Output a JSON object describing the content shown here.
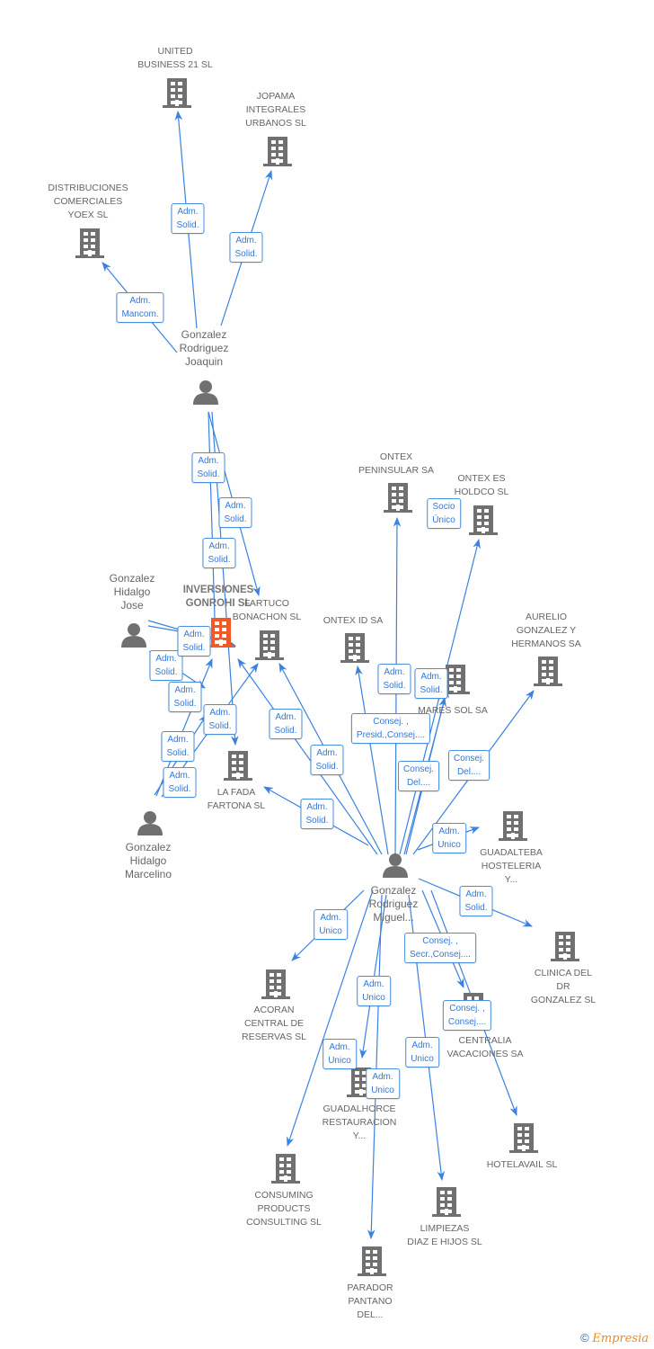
{
  "colors": {
    "edge": "#3b82e0",
    "company": "#707070",
    "focus_company": "#f05a28",
    "person": "#707070"
  },
  "nodes": [
    {
      "id": "united",
      "type": "company",
      "label": [
        "UNITED",
        "BUSINESS 21  SL"
      ]
    },
    {
      "id": "jopama",
      "type": "company",
      "label": [
        "JOPAMA",
        "INTEGRALES",
        "URBANOS SL"
      ]
    },
    {
      "id": "distrib",
      "type": "company",
      "label": [
        "DISTRIBUCIONES",
        "COMERCIALES",
        "YOEX SL"
      ]
    },
    {
      "id": "inversiones",
      "type": "company",
      "focus": true,
      "label": [
        "INVERSIONES",
        "GONROHI SL"
      ]
    },
    {
      "id": "fartuco",
      "type": "company",
      "label": [
        "FARTUCO",
        "BONACHON SL"
      ]
    },
    {
      "id": "ontex_id",
      "type": "company",
      "label": [
        "ONTEX ID SA"
      ]
    },
    {
      "id": "ontex_pen",
      "type": "company",
      "label": [
        "ONTEX",
        "PENINSULAR SA"
      ]
    },
    {
      "id": "ontex_es",
      "type": "company",
      "label": [
        "ONTEX ES",
        "HOLDCO SL"
      ]
    },
    {
      "id": "mares",
      "type": "company",
      "label": [
        "MARES SOL SA"
      ]
    },
    {
      "id": "aurelio",
      "type": "company",
      "label": [
        "AURELIO",
        "GONZALEZ Y",
        "HERMANOS SA"
      ]
    },
    {
      "id": "la_fada",
      "type": "company",
      "label": [
        "LA FADA",
        "FARTONA SL"
      ]
    },
    {
      "id": "guadalteba",
      "type": "company",
      "label": [
        "GUADALTEBA",
        "HOSTELERIA",
        "Y..."
      ]
    },
    {
      "id": "clinica",
      "type": "company",
      "label": [
        "CLINICA DEL",
        "DR",
        "GONZALEZ SL"
      ]
    },
    {
      "id": "acoran",
      "type": "company",
      "label": [
        "ACORAN",
        "CENTRAL DE",
        "RESERVAS SL"
      ]
    },
    {
      "id": "centralia",
      "type": "company",
      "label": [
        "CENTRALIA",
        "VACACIONES SA"
      ]
    },
    {
      "id": "guadalhorce",
      "type": "company",
      "label": [
        "GUADALHORCE",
        "RESTAURACION",
        "Y..."
      ]
    },
    {
      "id": "hotelavail",
      "type": "company",
      "label": [
        "HOTELAVAIL SL"
      ]
    },
    {
      "id": "consuming",
      "type": "company",
      "label": [
        "CONSUMING",
        "PRODUCTS",
        "CONSULTING  SL"
      ]
    },
    {
      "id": "limpiezas",
      "type": "company",
      "label": [
        "LIMPIEZAS",
        "DIAZ E HIJOS SL"
      ]
    },
    {
      "id": "parador",
      "type": "company",
      "label": [
        "PARADOR",
        "PANTANO",
        "DEL..."
      ]
    },
    {
      "id": "joaquin",
      "type": "person",
      "label": [
        "Gonzalez",
        "Rodriguez",
        "Joaquin"
      ]
    },
    {
      "id": "jose",
      "type": "person",
      "label": [
        "Gonzalez",
        "Hidalgo",
        "Jose"
      ]
    },
    {
      "id": "marcelino",
      "type": "person",
      "label": [
        "Gonzalez",
        "Hidalgo",
        "Marcelino"
      ]
    },
    {
      "id": "miguel",
      "type": "person",
      "label": [
        "Gonzalez",
        "Rodriguez",
        "Miguel..."
      ]
    }
  ],
  "edges": [
    {
      "from": "joaquin",
      "to": "united",
      "label": [
        "Adm.",
        "Solid."
      ]
    },
    {
      "from": "joaquin",
      "to": "jopama",
      "label": [
        "Adm.",
        "Solid."
      ]
    },
    {
      "from": "joaquin",
      "to": "distrib",
      "label": [
        "Adm.",
        "Mancom."
      ]
    },
    {
      "from": "joaquin",
      "to": "inversiones",
      "label": [
        "Adm.",
        "Solid."
      ]
    },
    {
      "from": "joaquin",
      "to": "fartuco",
      "label": [
        "Adm.",
        "Solid."
      ]
    },
    {
      "from": "joaquin",
      "to": "la_fada",
      "label": [
        "Adm.",
        "Solid."
      ]
    },
    {
      "from": "jose",
      "to": "inversiones",
      "label": [
        "Adm.",
        "Solid."
      ]
    },
    {
      "from": "jose",
      "to": "inversiones",
      "label": [
        "Adm.",
        "Solid."
      ]
    },
    {
      "from": "jose",
      "to": "la_fada",
      "label": [
        "Adm.",
        "Solid."
      ]
    },
    {
      "from": "marcelino",
      "to": "inversiones",
      "label": [
        "Adm.",
        "Solid."
      ]
    },
    {
      "from": "marcelino",
      "to": "fartuco",
      "label": [
        "Adm.",
        "Solid."
      ]
    },
    {
      "from": "marcelino",
      "to": "inversiones",
      "label": [
        "Adm.",
        "Solid."
      ]
    },
    {
      "from": "miguel",
      "to": "inversiones",
      "label": [
        "Adm.",
        "Solid."
      ]
    },
    {
      "from": "miguel",
      "to": "fartuco",
      "label": [
        "Adm.",
        "Solid."
      ]
    },
    {
      "from": "miguel",
      "to": "ontex_id",
      "label": [
        "Consej. ,",
        "Presid.,Consej...."
      ]
    },
    {
      "from": "miguel",
      "to": "ontex_pen",
      "label": [
        "Adm.",
        "Solid."
      ]
    },
    {
      "from": "miguel",
      "to": "ontex_es",
      "label": [
        "Socio",
        "Único"
      ]
    },
    {
      "from": "miguel",
      "to": "mares",
      "label": [
        "Adm.",
        "Solid."
      ]
    },
    {
      "from": "miguel",
      "to": "mares",
      "label": [
        "Consej.",
        "Del...."
      ]
    },
    {
      "from": "miguel",
      "to": "aurelio",
      "label": [
        "Consej.",
        "Del...."
      ]
    },
    {
      "from": "miguel",
      "to": "la_fada",
      "label": [
        "Adm.",
        "Solid."
      ]
    },
    {
      "from": "miguel",
      "to": "guadalteba",
      "label": [
        "Adm.",
        "Unico"
      ]
    },
    {
      "from": "miguel",
      "to": "clinica",
      "label": [
        "Adm.",
        "Solid."
      ]
    },
    {
      "from": "miguel",
      "to": "acoran",
      "label": [
        "Adm.",
        "Unico"
      ]
    },
    {
      "from": "miguel",
      "to": "centralia",
      "label": [
        "Consej. ,",
        "Secr.,Consej...."
      ]
    },
    {
      "from": "miguel",
      "to": "hotelavail",
      "label": [
        "Consej. ,",
        "Consej...."
      ]
    },
    {
      "from": "miguel",
      "to": "guadalhorce",
      "label": [
        "Adm.",
        "Unico"
      ]
    },
    {
      "from": "miguel",
      "to": "consuming",
      "label": [
        "Adm.",
        "Unico"
      ]
    },
    {
      "from": "miguel",
      "to": "parador",
      "label": [
        "Adm.",
        "Unico"
      ]
    },
    {
      "from": "miguel",
      "to": "limpiezas",
      "label": [
        "Adm.",
        "Unico"
      ]
    }
  ],
  "footer": {
    "copyright": "©",
    "brand": "Empresia"
  }
}
